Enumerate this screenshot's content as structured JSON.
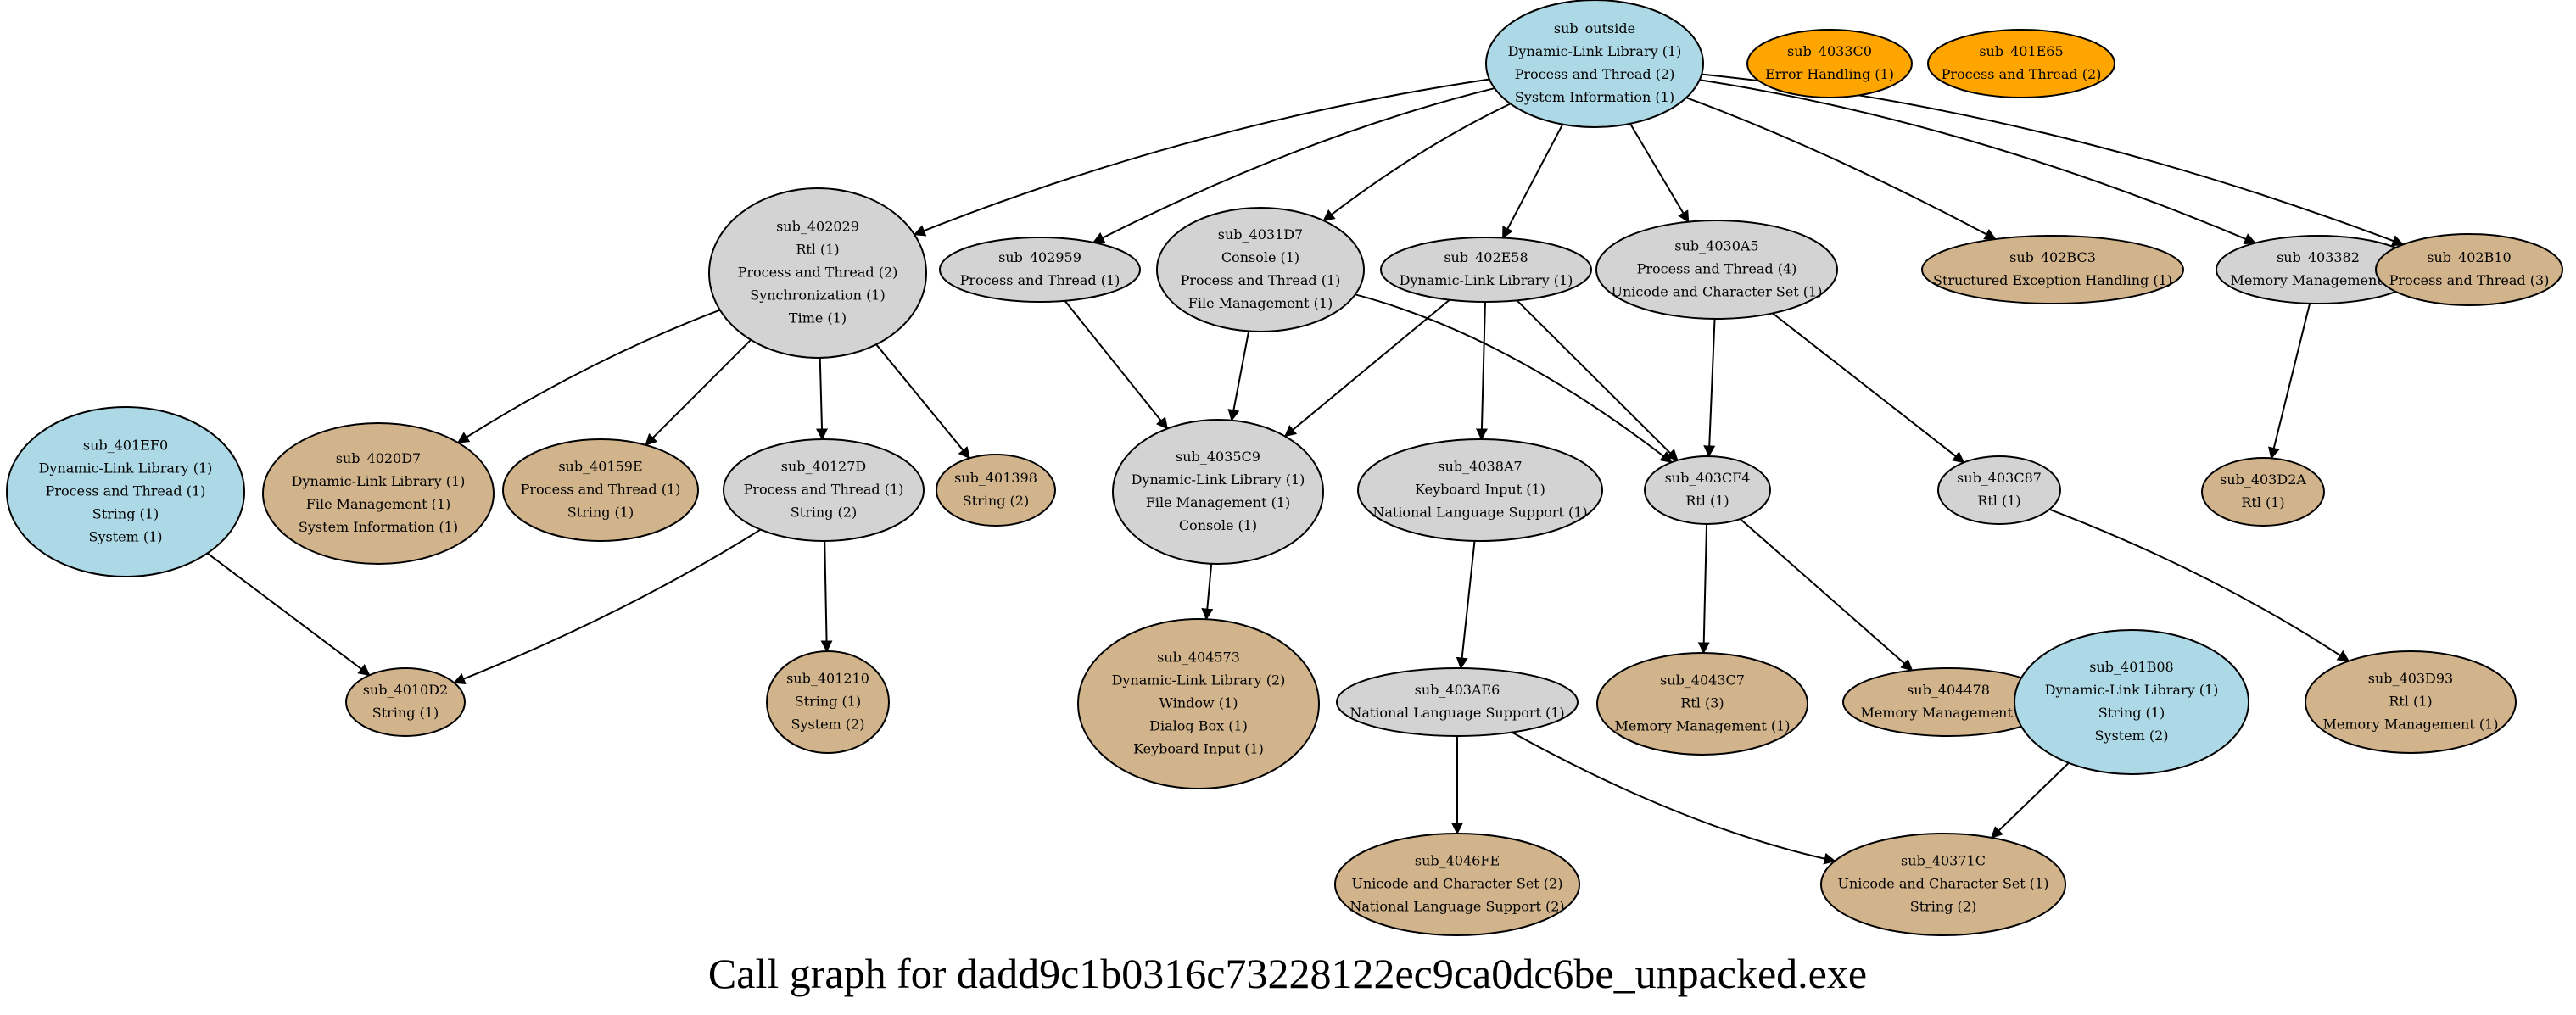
{
  "graph": {
    "title": "Call graph for dadd9c1b0316c73228122ec9ca0dc6be_unpacked.exe",
    "colors": {
      "blue": "#add8e6",
      "gray": "#d3d3d3",
      "tan": "#d2b48c",
      "orange": "#ffa500"
    },
    "nodes": [
      {
        "id": "sub_outside",
        "color": "blue",
        "lines": [
          "sub_outside",
          "Dynamic-Link Library (1)",
          "Process and Thread (2)",
          "System Information (1)"
        ]
      },
      {
        "id": "sub_4033C0",
        "color": "orange",
        "lines": [
          "sub_4033C0",
          "Error Handling (1)"
        ]
      },
      {
        "id": "sub_401E65",
        "color": "orange",
        "lines": [
          "sub_401E65",
          "Process and Thread (2)"
        ]
      },
      {
        "id": "sub_402029",
        "color": "gray",
        "lines": [
          "sub_402029",
          "Rtl (1)",
          "Process and Thread (2)",
          "Synchronization (1)",
          "Time (1)"
        ]
      },
      {
        "id": "sub_402959",
        "color": "gray",
        "lines": [
          "sub_402959",
          "Process and Thread (1)"
        ]
      },
      {
        "id": "sub_4031D7",
        "color": "gray",
        "lines": [
          "sub_4031D7",
          "Console (1)",
          "Process and Thread (1)",
          "File Management (1)"
        ]
      },
      {
        "id": "sub_402E58",
        "color": "gray",
        "lines": [
          "sub_402E58",
          "Dynamic-Link Library (1)"
        ]
      },
      {
        "id": "sub_4030A5",
        "color": "gray",
        "lines": [
          "sub_4030A5",
          "Process and Thread (4)",
          "Unicode and Character Set (1)"
        ]
      },
      {
        "id": "sub_402BC3",
        "color": "tan",
        "lines": [
          "sub_402BC3",
          "Structured Exception Handling (1)"
        ]
      },
      {
        "id": "sub_403382",
        "color": "gray",
        "lines": [
          "sub_403382",
          "Memory Management (2)"
        ]
      },
      {
        "id": "sub_402B10",
        "color": "tan",
        "lines": [
          "sub_402B10",
          "Process and Thread (3)"
        ]
      },
      {
        "id": "sub_401EF0",
        "color": "blue",
        "lines": [
          "sub_401EF0",
          "Dynamic-Link Library (1)",
          "Process and Thread (1)",
          "String (1)",
          "System (1)"
        ]
      },
      {
        "id": "sub_4020D7",
        "color": "tan",
        "lines": [
          "sub_4020D7",
          "Dynamic-Link Library (1)",
          "File Management (1)",
          "System Information (1)"
        ]
      },
      {
        "id": "sub_40159E",
        "color": "tan",
        "lines": [
          "sub_40159E",
          "Process and Thread (1)",
          "String (1)"
        ]
      },
      {
        "id": "sub_40127D",
        "color": "gray",
        "lines": [
          "sub_40127D",
          "Process and Thread (1)",
          "String (2)"
        ]
      },
      {
        "id": "sub_401398",
        "color": "tan",
        "lines": [
          "sub_401398",
          "String (2)"
        ]
      },
      {
        "id": "sub_4035C9",
        "color": "gray",
        "lines": [
          "sub_4035C9",
          "Dynamic-Link Library (1)",
          "File Management (1)",
          "Console (1)"
        ]
      },
      {
        "id": "sub_4038A7",
        "color": "gray",
        "lines": [
          "sub_4038A7",
          "Keyboard Input (1)",
          "National Language Support (1)"
        ]
      },
      {
        "id": "sub_403CF4",
        "color": "gray",
        "lines": [
          "sub_403CF4",
          "Rtl (1)"
        ]
      },
      {
        "id": "sub_403C87",
        "color": "gray",
        "lines": [
          "sub_403C87",
          "Rtl (1)"
        ]
      },
      {
        "id": "sub_403D2A",
        "color": "tan",
        "lines": [
          "sub_403D2A",
          "Rtl (1)"
        ]
      },
      {
        "id": "sub_4010D2",
        "color": "tan",
        "lines": [
          "sub_4010D2",
          "String (1)"
        ]
      },
      {
        "id": "sub_401210",
        "color": "tan",
        "lines": [
          "sub_401210",
          "String (1)",
          "System (2)"
        ]
      },
      {
        "id": "sub_404573",
        "color": "tan",
        "lines": [
          "sub_404573",
          "Dynamic-Link Library (2)",
          "Window (1)",
          "Dialog Box (1)",
          "Keyboard Input (1)"
        ]
      },
      {
        "id": "sub_403AE6",
        "color": "gray",
        "lines": [
          "sub_403AE6",
          "National Language Support (1)"
        ]
      },
      {
        "id": "sub_4043C7",
        "color": "tan",
        "lines": [
          "sub_4043C7",
          "Rtl (3)",
          "Memory Management (1)"
        ]
      },
      {
        "id": "sub_404478",
        "color": "tan",
        "lines": [
          "sub_404478",
          "Memory Management (1)"
        ]
      },
      {
        "id": "sub_401B08",
        "color": "blue",
        "lines": [
          "sub_401B08",
          "Dynamic-Link Library (1)",
          "String (1)",
          "System (2)"
        ]
      },
      {
        "id": "sub_403D93",
        "color": "tan",
        "lines": [
          "sub_403D93",
          "Rtl (1)",
          "Memory Management (1)"
        ]
      },
      {
        "id": "sub_4046FE",
        "color": "tan",
        "lines": [
          "sub_4046FE",
          "Unicode and Character Set (2)",
          "National Language Support (2)"
        ]
      },
      {
        "id": "sub_40371C",
        "color": "tan",
        "lines": [
          "sub_40371C",
          "Unicode and Character Set (1)",
          "String (2)"
        ]
      }
    ],
    "edges": [
      [
        "sub_outside",
        "sub_402029"
      ],
      [
        "sub_outside",
        "sub_402959"
      ],
      [
        "sub_outside",
        "sub_4031D7"
      ],
      [
        "sub_outside",
        "sub_402E58"
      ],
      [
        "sub_outside",
        "sub_4030A5"
      ],
      [
        "sub_outside",
        "sub_402BC3"
      ],
      [
        "sub_outside",
        "sub_403382"
      ],
      [
        "sub_outside",
        "sub_402B10"
      ],
      [
        "sub_402029",
        "sub_4020D7"
      ],
      [
        "sub_402029",
        "sub_40159E"
      ],
      [
        "sub_402029",
        "sub_40127D"
      ],
      [
        "sub_402029",
        "sub_401398"
      ],
      [
        "sub_402959",
        "sub_4035C9"
      ],
      [
        "sub_4031D7",
        "sub_4035C9"
      ],
      [
        "sub_4031D7",
        "sub_403CF4"
      ],
      [
        "sub_402E58",
        "sub_4035C9"
      ],
      [
        "sub_402E58",
        "sub_4038A7"
      ],
      [
        "sub_402E58",
        "sub_403CF4"
      ],
      [
        "sub_4030A5",
        "sub_403CF4"
      ],
      [
        "sub_4030A5",
        "sub_403C87"
      ],
      [
        "sub_403382",
        "sub_403D2A"
      ],
      [
        "sub_401EF0",
        "sub_4010D2"
      ],
      [
        "sub_40127D",
        "sub_4010D2"
      ],
      [
        "sub_40127D",
        "sub_401210"
      ],
      [
        "sub_4035C9",
        "sub_404573"
      ],
      [
        "sub_4038A7",
        "sub_403AE6"
      ],
      [
        "sub_403CF4",
        "sub_4043C7"
      ],
      [
        "sub_403CF4",
        "sub_404478"
      ],
      [
        "sub_403C87",
        "sub_403D93"
      ],
      [
        "sub_403AE6",
        "sub_4046FE"
      ],
      [
        "sub_403AE6",
        "sub_40371C"
      ],
      [
        "sub_401B08",
        "sub_40371C"
      ]
    ]
  }
}
